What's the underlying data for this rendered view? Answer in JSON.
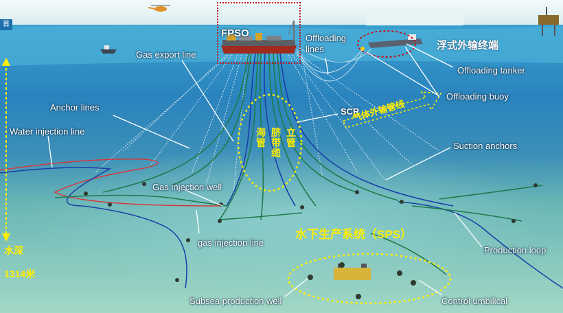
{
  "top_tab": "首",
  "vessels": {
    "fpso": "FPSO",
    "offloading_lines": "Offloading\nlines",
    "floating_terminal": "浮式外输终端",
    "offloading_tanker": "Offloading tanker",
    "offloading_buoy": "Offloading buoy"
  },
  "lines": {
    "gas_export": "Gas export line",
    "anchor": "Anchor lines",
    "water_injection": "Water injection line",
    "scr": "SCR",
    "gas_pipeline_cn": "气体外输管线",
    "suction_anchors": "Suction anchors",
    "gas_injection_well": "Gas injection well",
    "gas_injection_line": "gas injection line",
    "production_loop": "Production loop",
    "control_umbilical": "Control umbilical",
    "subsea_well": "Subsea production well"
  },
  "riser_labels": {
    "col1": "海管",
    "col2": "脐带缆",
    "col3": "立管"
  },
  "sps": "水下生产系统（SPS）",
  "depth": {
    "label": "水深",
    "value": "1314米"
  },
  "colors": {
    "sky": "#eef6f8",
    "sea_surface": "#3aa0cf",
    "deep_water": "#1c6aa4",
    "seabed": "#7ec7bc",
    "highlight_yellow": "#ffee00",
    "marker_red": "#c0121a",
    "riser_green": "#1f7a4a",
    "riser_blue": "#1a3fa8",
    "flowline_red": "#d8383c"
  }
}
